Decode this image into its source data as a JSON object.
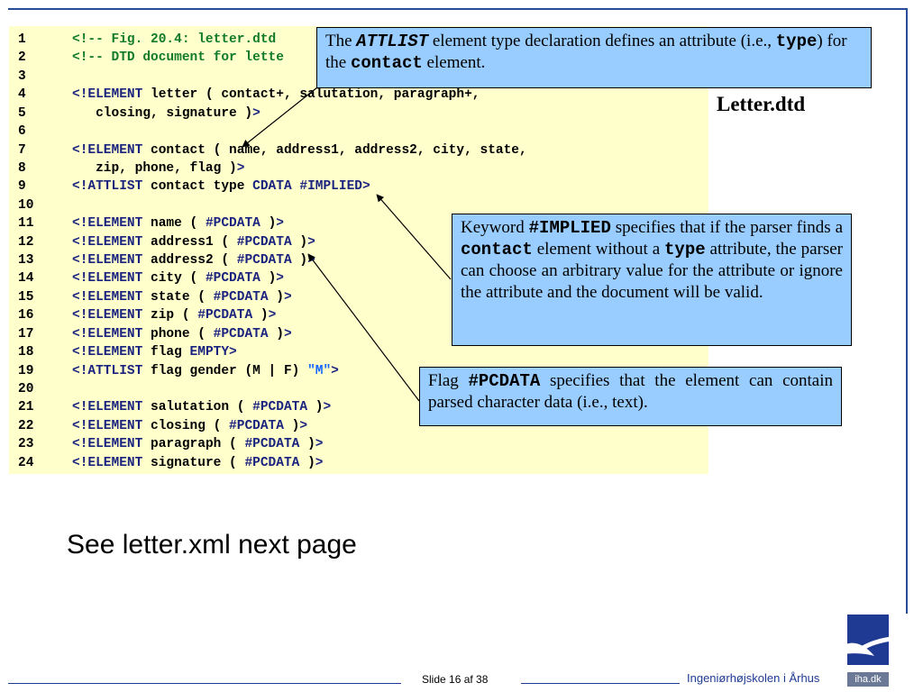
{
  "slide_title": "Letter.dtd",
  "code_lines": [
    {
      "n": "1",
      "segs": [
        {
          "t": "<!-- Fig. 20.4: letter.dtd",
          "c": "cm"
        }
      ]
    },
    {
      "n": "2",
      "segs": [
        {
          "t": "<!-- DTD document for lette",
          "c": "cm"
        }
      ]
    },
    {
      "n": "3",
      "segs": []
    },
    {
      "n": "4",
      "segs": [
        {
          "t": "<!ELEMENT",
          "c": "kw"
        },
        {
          "t": " letter ( contact+, salutation, paragraph+,",
          "c": ""
        }
      ]
    },
    {
      "n": "5",
      "segs": [
        {
          "t": "   closing, signature )",
          "c": ""
        },
        {
          "t": ">",
          "c": "kw"
        }
      ]
    },
    {
      "n": "6",
      "segs": []
    },
    {
      "n": "7",
      "segs": [
        {
          "t": "<!ELEMENT",
          "c": "kw"
        },
        {
          "t": " contact ( name, address1, address2, city, state,",
          "c": ""
        }
      ]
    },
    {
      "n": "8",
      "segs": [
        {
          "t": "   zip, phone, flag )",
          "c": ""
        },
        {
          "t": ">",
          "c": "kw"
        }
      ]
    },
    {
      "n": "9",
      "segs": [
        {
          "t": "<!ATTLIST",
          "c": "kw"
        },
        {
          "t": " contact type ",
          "c": ""
        },
        {
          "t": "CDATA #IMPLIED>",
          "c": "kw"
        }
      ]
    },
    {
      "n": "10",
      "segs": []
    },
    {
      "n": "11",
      "segs": [
        {
          "t": "<!ELEMENT",
          "c": "kw"
        },
        {
          "t": " name ( ",
          "c": ""
        },
        {
          "t": "#PCDATA",
          "c": "kw"
        },
        {
          "t": " )",
          "c": ""
        },
        {
          "t": ">",
          "c": "kw"
        }
      ]
    },
    {
      "n": "12",
      "segs": [
        {
          "t": "<!ELEMENT",
          "c": "kw"
        },
        {
          "t": " address1 ( ",
          "c": ""
        },
        {
          "t": "#PCDATA",
          "c": "kw"
        },
        {
          "t": " )",
          "c": ""
        },
        {
          "t": ">",
          "c": "kw"
        }
      ]
    },
    {
      "n": "13",
      "segs": [
        {
          "t": "<!ELEMENT",
          "c": "kw"
        },
        {
          "t": " address2 ( ",
          "c": ""
        },
        {
          "t": "#PCDATA",
          "c": "kw"
        },
        {
          "t": " )",
          "c": ""
        },
        {
          "t": ">",
          "c": "kw"
        }
      ]
    },
    {
      "n": "14",
      "segs": [
        {
          "t": "<!ELEMENT",
          "c": "kw"
        },
        {
          "t": " city ( ",
          "c": ""
        },
        {
          "t": "#PCDATA",
          "c": "kw"
        },
        {
          "t": " )",
          "c": ""
        },
        {
          "t": ">",
          "c": "kw"
        }
      ]
    },
    {
      "n": "15",
      "segs": [
        {
          "t": "<!ELEMENT",
          "c": "kw"
        },
        {
          "t": " state ( ",
          "c": ""
        },
        {
          "t": "#PCDATA",
          "c": "kw"
        },
        {
          "t": " )",
          "c": ""
        },
        {
          "t": ">",
          "c": "kw"
        }
      ]
    },
    {
      "n": "16",
      "segs": [
        {
          "t": "<!ELEMENT",
          "c": "kw"
        },
        {
          "t": " zip ( ",
          "c": ""
        },
        {
          "t": "#PCDATA",
          "c": "kw"
        },
        {
          "t": " )",
          "c": ""
        },
        {
          "t": ">",
          "c": "kw"
        }
      ]
    },
    {
      "n": "17",
      "segs": [
        {
          "t": "<!ELEMENT",
          "c": "kw"
        },
        {
          "t": " phone ( ",
          "c": ""
        },
        {
          "t": "#PCDATA",
          "c": "kw"
        },
        {
          "t": " )",
          "c": ""
        },
        {
          "t": ">",
          "c": "kw"
        }
      ]
    },
    {
      "n": "18",
      "segs": [
        {
          "t": "<!ELEMENT",
          "c": "kw"
        },
        {
          "t": " flag ",
          "c": ""
        },
        {
          "t": "EMPTY>",
          "c": "kw"
        }
      ]
    },
    {
      "n": "19",
      "segs": [
        {
          "t": "<!ATTLIST",
          "c": "kw"
        },
        {
          "t": " flag gender (M | F) ",
          "c": ""
        },
        {
          "t": "\"M\"",
          "c": "lit"
        },
        {
          "t": ">",
          "c": "kw"
        }
      ]
    },
    {
      "n": "20",
      "segs": []
    },
    {
      "n": "21",
      "segs": [
        {
          "t": "<!ELEMENT",
          "c": "kw"
        },
        {
          "t": " salutation ( ",
          "c": ""
        },
        {
          "t": "#PCDATA",
          "c": "kw"
        },
        {
          "t": " )",
          "c": ""
        },
        {
          "t": ">",
          "c": "kw"
        }
      ]
    },
    {
      "n": "22",
      "segs": [
        {
          "t": "<!ELEMENT",
          "c": "kw"
        },
        {
          "t": " closing ( ",
          "c": ""
        },
        {
          "t": "#PCDATA",
          "c": "kw"
        },
        {
          "t": " )",
          "c": ""
        },
        {
          "t": ">",
          "c": "kw"
        }
      ]
    },
    {
      "n": "23",
      "segs": [
        {
          "t": "<!ELEMENT",
          "c": "kw"
        },
        {
          "t": " paragraph ( ",
          "c": ""
        },
        {
          "t": "#PCDATA",
          "c": "kw"
        },
        {
          "t": " )",
          "c": ""
        },
        {
          "t": ">",
          "c": "kw"
        }
      ]
    },
    {
      "n": "24",
      "segs": [
        {
          "t": "<!ELEMENT",
          "c": "kw"
        },
        {
          "t": " signature ( ",
          "c": ""
        },
        {
          "t": "#PCDATA",
          "c": "kw"
        },
        {
          "t": " )",
          "c": ""
        },
        {
          "t": ">",
          "c": "kw"
        }
      ]
    }
  ],
  "callouts": {
    "attlist": {
      "p1": "The ",
      "code1": "ATTLIST",
      "p2": " element type declaration defines an attribute (i.e., ",
      "code2": "type",
      "p3": ") for the ",
      "code3": "contact",
      "p4": " element."
    },
    "implied": {
      "p1": "Keyword ",
      "code1": "#IMPLIED",
      "p2": " specifies that if the parser finds a ",
      "code2": "contact",
      "p3": " element without a ",
      "code3": "type",
      "p4": " attribute, the parser can choose an arbitrary value for the attribute or ignore the attribute and the document will be valid."
    },
    "pcdata": {
      "p1": "Flag ",
      "code1": "#PCDATA",
      "p2": " specifies that the element can contain parsed character data (i.e., text)."
    }
  },
  "body_text": "See letter.xml next page",
  "footer": {
    "slide_label": "Slide 16 af  38",
    "school": "Ingeniørhøjskolen i Århus",
    "logo_domain": "iha.dk"
  },
  "colors": {
    "code_bg": "#ffffcc",
    "callout_bg": "#99ccff",
    "keyword": "#1a237e",
    "comment": "#117a2b",
    "literal": "#1565ff",
    "brand_blue": "#1f3a93"
  }
}
